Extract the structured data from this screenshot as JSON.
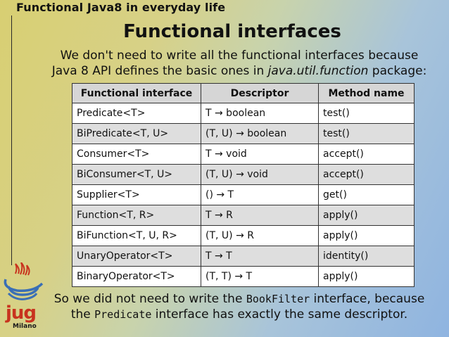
{
  "header": {
    "deck_title": "Functional Java8 in everyday life"
  },
  "slide": {
    "title": "Functional interfaces",
    "intro_line1": "We don't need to write all the functional interfaces because",
    "intro_line2_prefix": "Java 8 API defines the basic ones in ",
    "intro_line2_italic": "java.util.function",
    "intro_line2_suffix": " package:",
    "outro_line1_prefix": "So we did not need to write the ",
    "outro_line1_code": "BookFilter",
    "outro_line1_suffix": " interface, because",
    "outro_line2_prefix": "the ",
    "outro_line2_code": "Predicate",
    "outro_line2_suffix": " interface has exactly the same descriptor."
  },
  "table": {
    "headers": [
      "Functional interface",
      "Descriptor",
      "Method name"
    ],
    "rows": [
      [
        "Predicate<T>",
        "T → boolean",
        "test()"
      ],
      [
        "BiPredicate<T, U>",
        "(T, U) → boolean",
        "test()"
      ],
      [
        "Consumer<T>",
        "T → void",
        "accept()"
      ],
      [
        "BiConsumer<T, U>",
        "(T, U) → void",
        "accept()"
      ],
      [
        "Supplier<T>",
        "() → T",
        "get()"
      ],
      [
        "Function<T, R>",
        "T → R",
        "apply()"
      ],
      [
        "BiFunction<T, U, R>",
        "(T, U) → R",
        "apply()"
      ],
      [
        "UnaryOperator<T>",
        "T → T",
        "identity()"
      ],
      [
        "BinaryOperator<T>",
        "(T, T) → T",
        "apply()"
      ]
    ]
  },
  "logo": {
    "mark": "jug",
    "sub": "Milano",
    "icon": "java-cup-icon"
  },
  "colors": {
    "logo_red": "#c8331e",
    "logo_blue": "#3a6fb5"
  }
}
